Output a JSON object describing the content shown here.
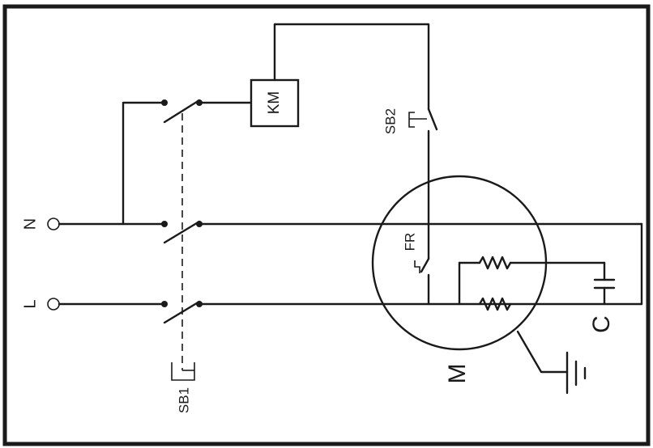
{
  "labels": {
    "n": "N",
    "l": "L",
    "km": "KM",
    "sb1": "SB1",
    "sb2": "SB2",
    "fr": "FR",
    "c": "C",
    "m": "M"
  },
  "colors": {
    "line": "#1a1a1a",
    "background": "#ffffff"
  }
}
